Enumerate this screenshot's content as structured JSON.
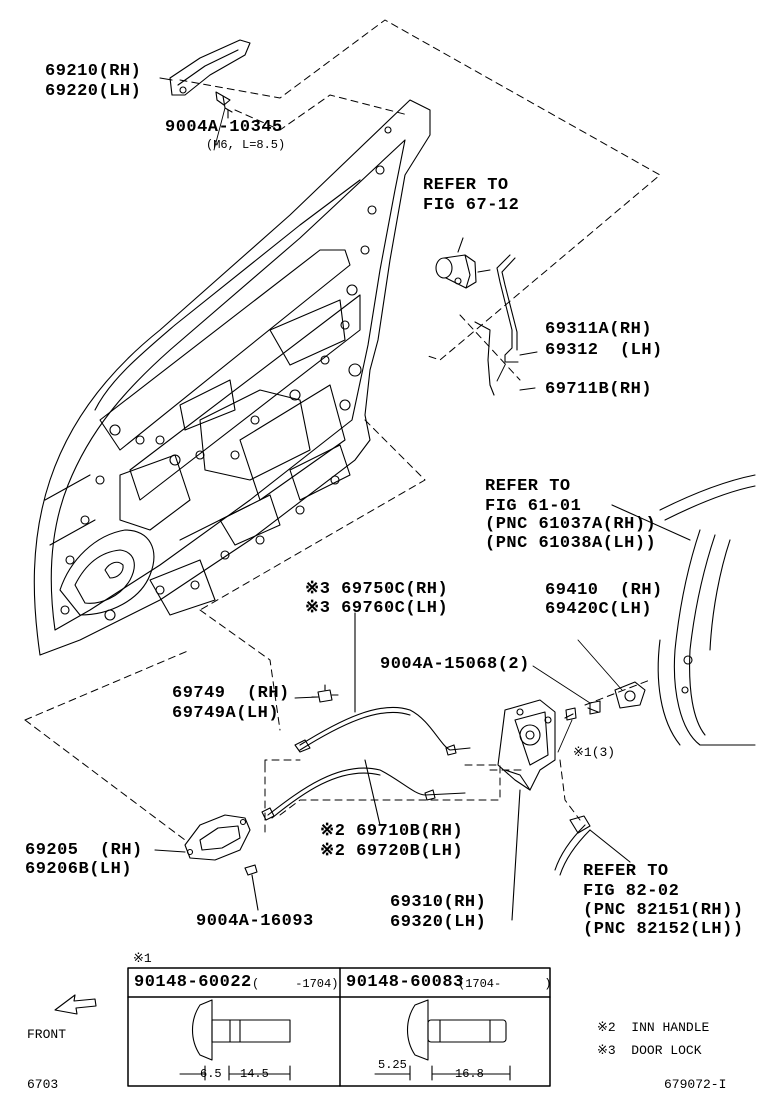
{
  "parts": {
    "outer_handle": [
      "69210(RH)",
      "69220(LH)"
    ],
    "handle_bolt": "9004A-10345",
    "handle_bolt_spec": "(M6, L=8.5)",
    "cylinder_refer": [
      "REFER TO",
      "FIG 67-12"
    ],
    "rod_a": [
      "69311A(RH)",
      "69312  (LH)"
    ],
    "rod_b": "69711B(RH)",
    "weather_refer": [
      "REFER TO",
      "FIG 61-01",
      "(PNC 61037A(RH))",
      "(PNC 61038A(LH))"
    ],
    "lock_cable": [
      "※3 69750C(RH)",
      "※3 69760C(LH)"
    ],
    "striker": [
      "69410  (RH)",
      "69420C(LH)"
    ],
    "striker_screw": "9004A-15068(2)",
    "clamp": [
      "69749  (RH)",
      "69749A(LH)"
    ],
    "screw_note": "※1(3)",
    "inner_cable": [
      "※2 69710B(RH)",
      "※2 69720B(LH)"
    ],
    "inner_handle": [
      "69205  (RH)",
      "69206B(LH)"
    ],
    "lock_assy": [
      "69310(RH)",
      "69320(LH)"
    ],
    "wiring_refer": [
      "REFER TO",
      "FIG 82-02",
      "(PNC 82151(RH))",
      "(PNC 82152(LH))"
    ],
    "inner_screw": "9004A-16093"
  },
  "table": {
    "mark": "※1",
    "left_pn": "90148-60022",
    "left_range": "(     -1704)",
    "left_dims": [
      "6.5",
      "14.5"
    ],
    "right_pn": "90148-60083",
    "right_range": "(1704-      )",
    "right_dims": [
      "5.25",
      "16.8"
    ]
  },
  "notes": [
    "※2  INN HANDLE",
    "※3  DOOR LOCK"
  ],
  "front_label": "FRONT",
  "page_code": "6703",
  "fig_id": "679072-I"
}
